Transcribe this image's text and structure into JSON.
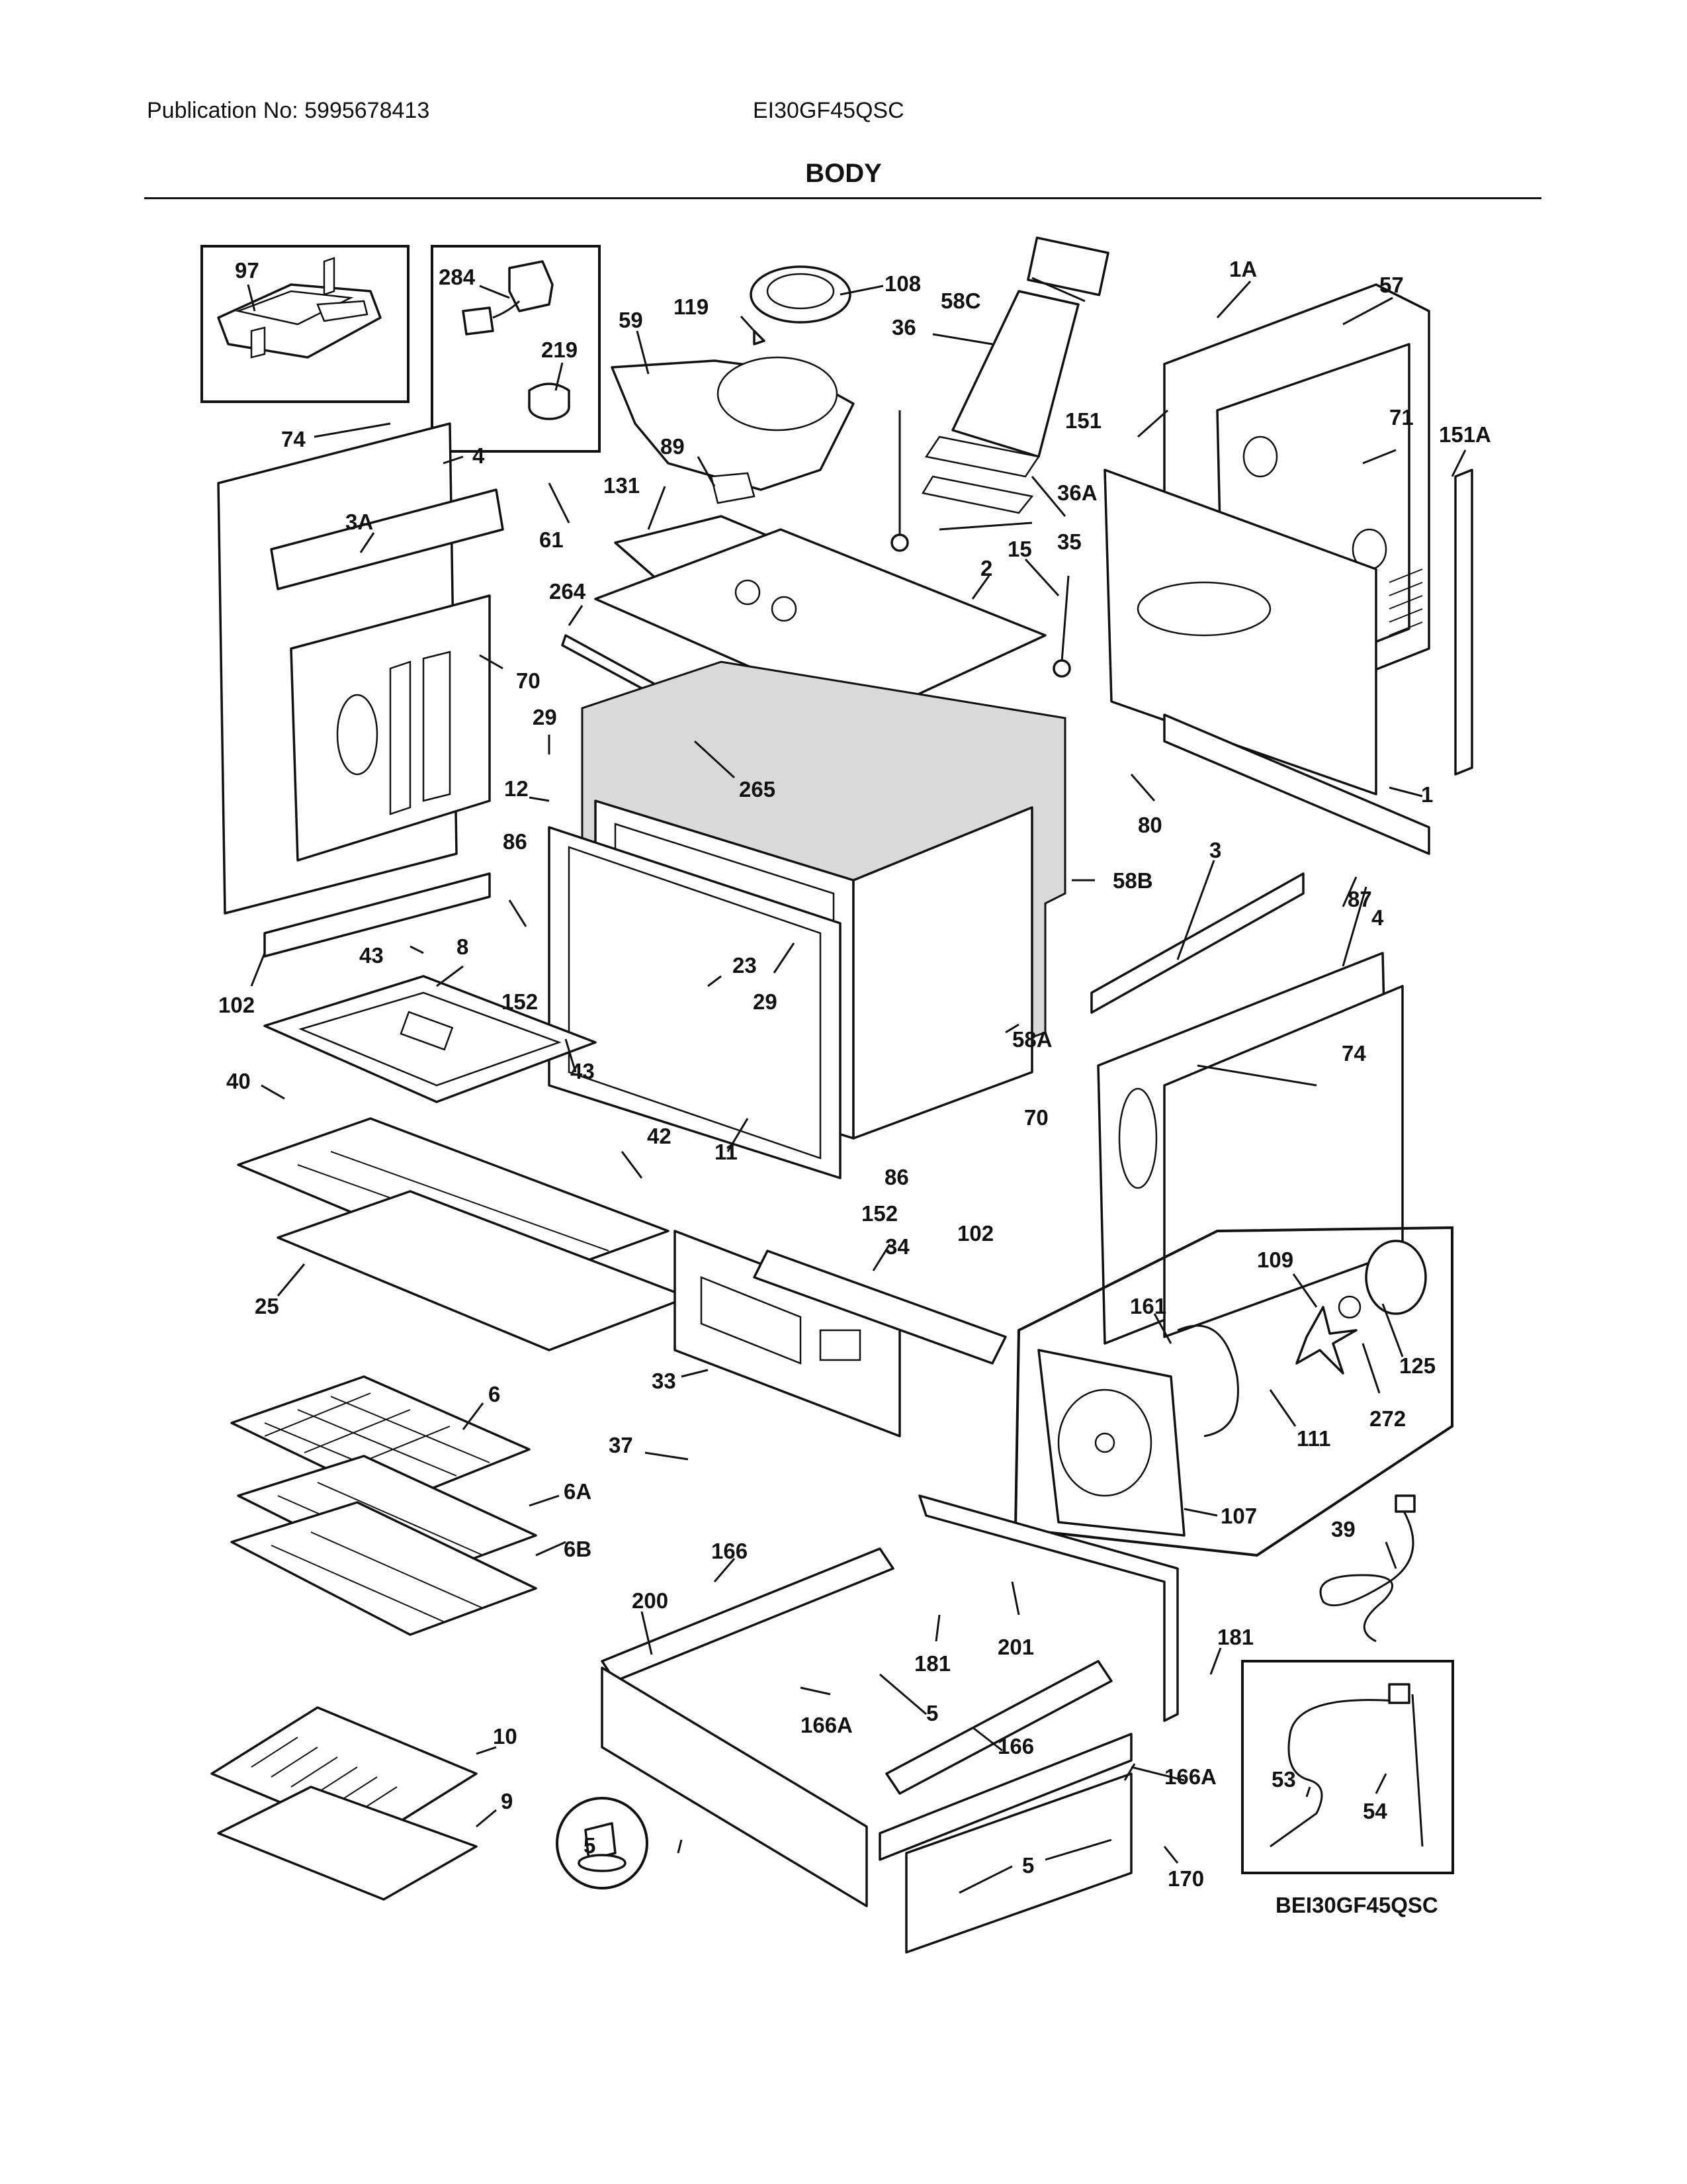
{
  "header": {
    "publication": "Publication No: 5995678413",
    "model": "EI30GF45QSC",
    "section_title": "BODY"
  },
  "footer_code": "BEI30GF45QSC",
  "callouts": {
    "c97": "97",
    "c284": "284",
    "c219": "219",
    "c119": "119",
    "c108": "108",
    "c59": "59",
    "c58C": "58C",
    "c1A": "1A",
    "c57": "57",
    "c36": "36",
    "c89": "89",
    "c131": "131",
    "c61": "61",
    "c74": "74",
    "c4": "4",
    "c3A": "3A",
    "c151": "151",
    "c71": "71",
    "c151A": "151A",
    "c36A": "36A",
    "c35": "35",
    "c15": "15",
    "c2": "2",
    "c264": "264",
    "c70": "70",
    "c29": "29",
    "c265": "265",
    "c12": "12",
    "c86": "86",
    "c80": "80",
    "c1": "1",
    "c58B": "58B",
    "c3": "3",
    "c87": "87",
    "c43": "43",
    "c8": "8",
    "c23": "23",
    "c152": "152",
    "c102": "102",
    "c58A": "58A",
    "c40": "40",
    "c11": "11",
    "c42": "42",
    "c25": "25",
    "c34": "34",
    "c109": "109",
    "c161": "161",
    "c125": "125",
    "c272": "272",
    "c111": "111",
    "c33": "33",
    "c6": "6",
    "c37": "37",
    "c6A": "6A",
    "c107": "107",
    "c39": "39",
    "c6B": "6B",
    "c166": "166",
    "c200": "200",
    "c181": "181",
    "c201": "201",
    "c166A": "166A",
    "c5": "5",
    "c10": "10",
    "c53": "53",
    "c54": "54",
    "c9": "9",
    "c170": "170"
  }
}
